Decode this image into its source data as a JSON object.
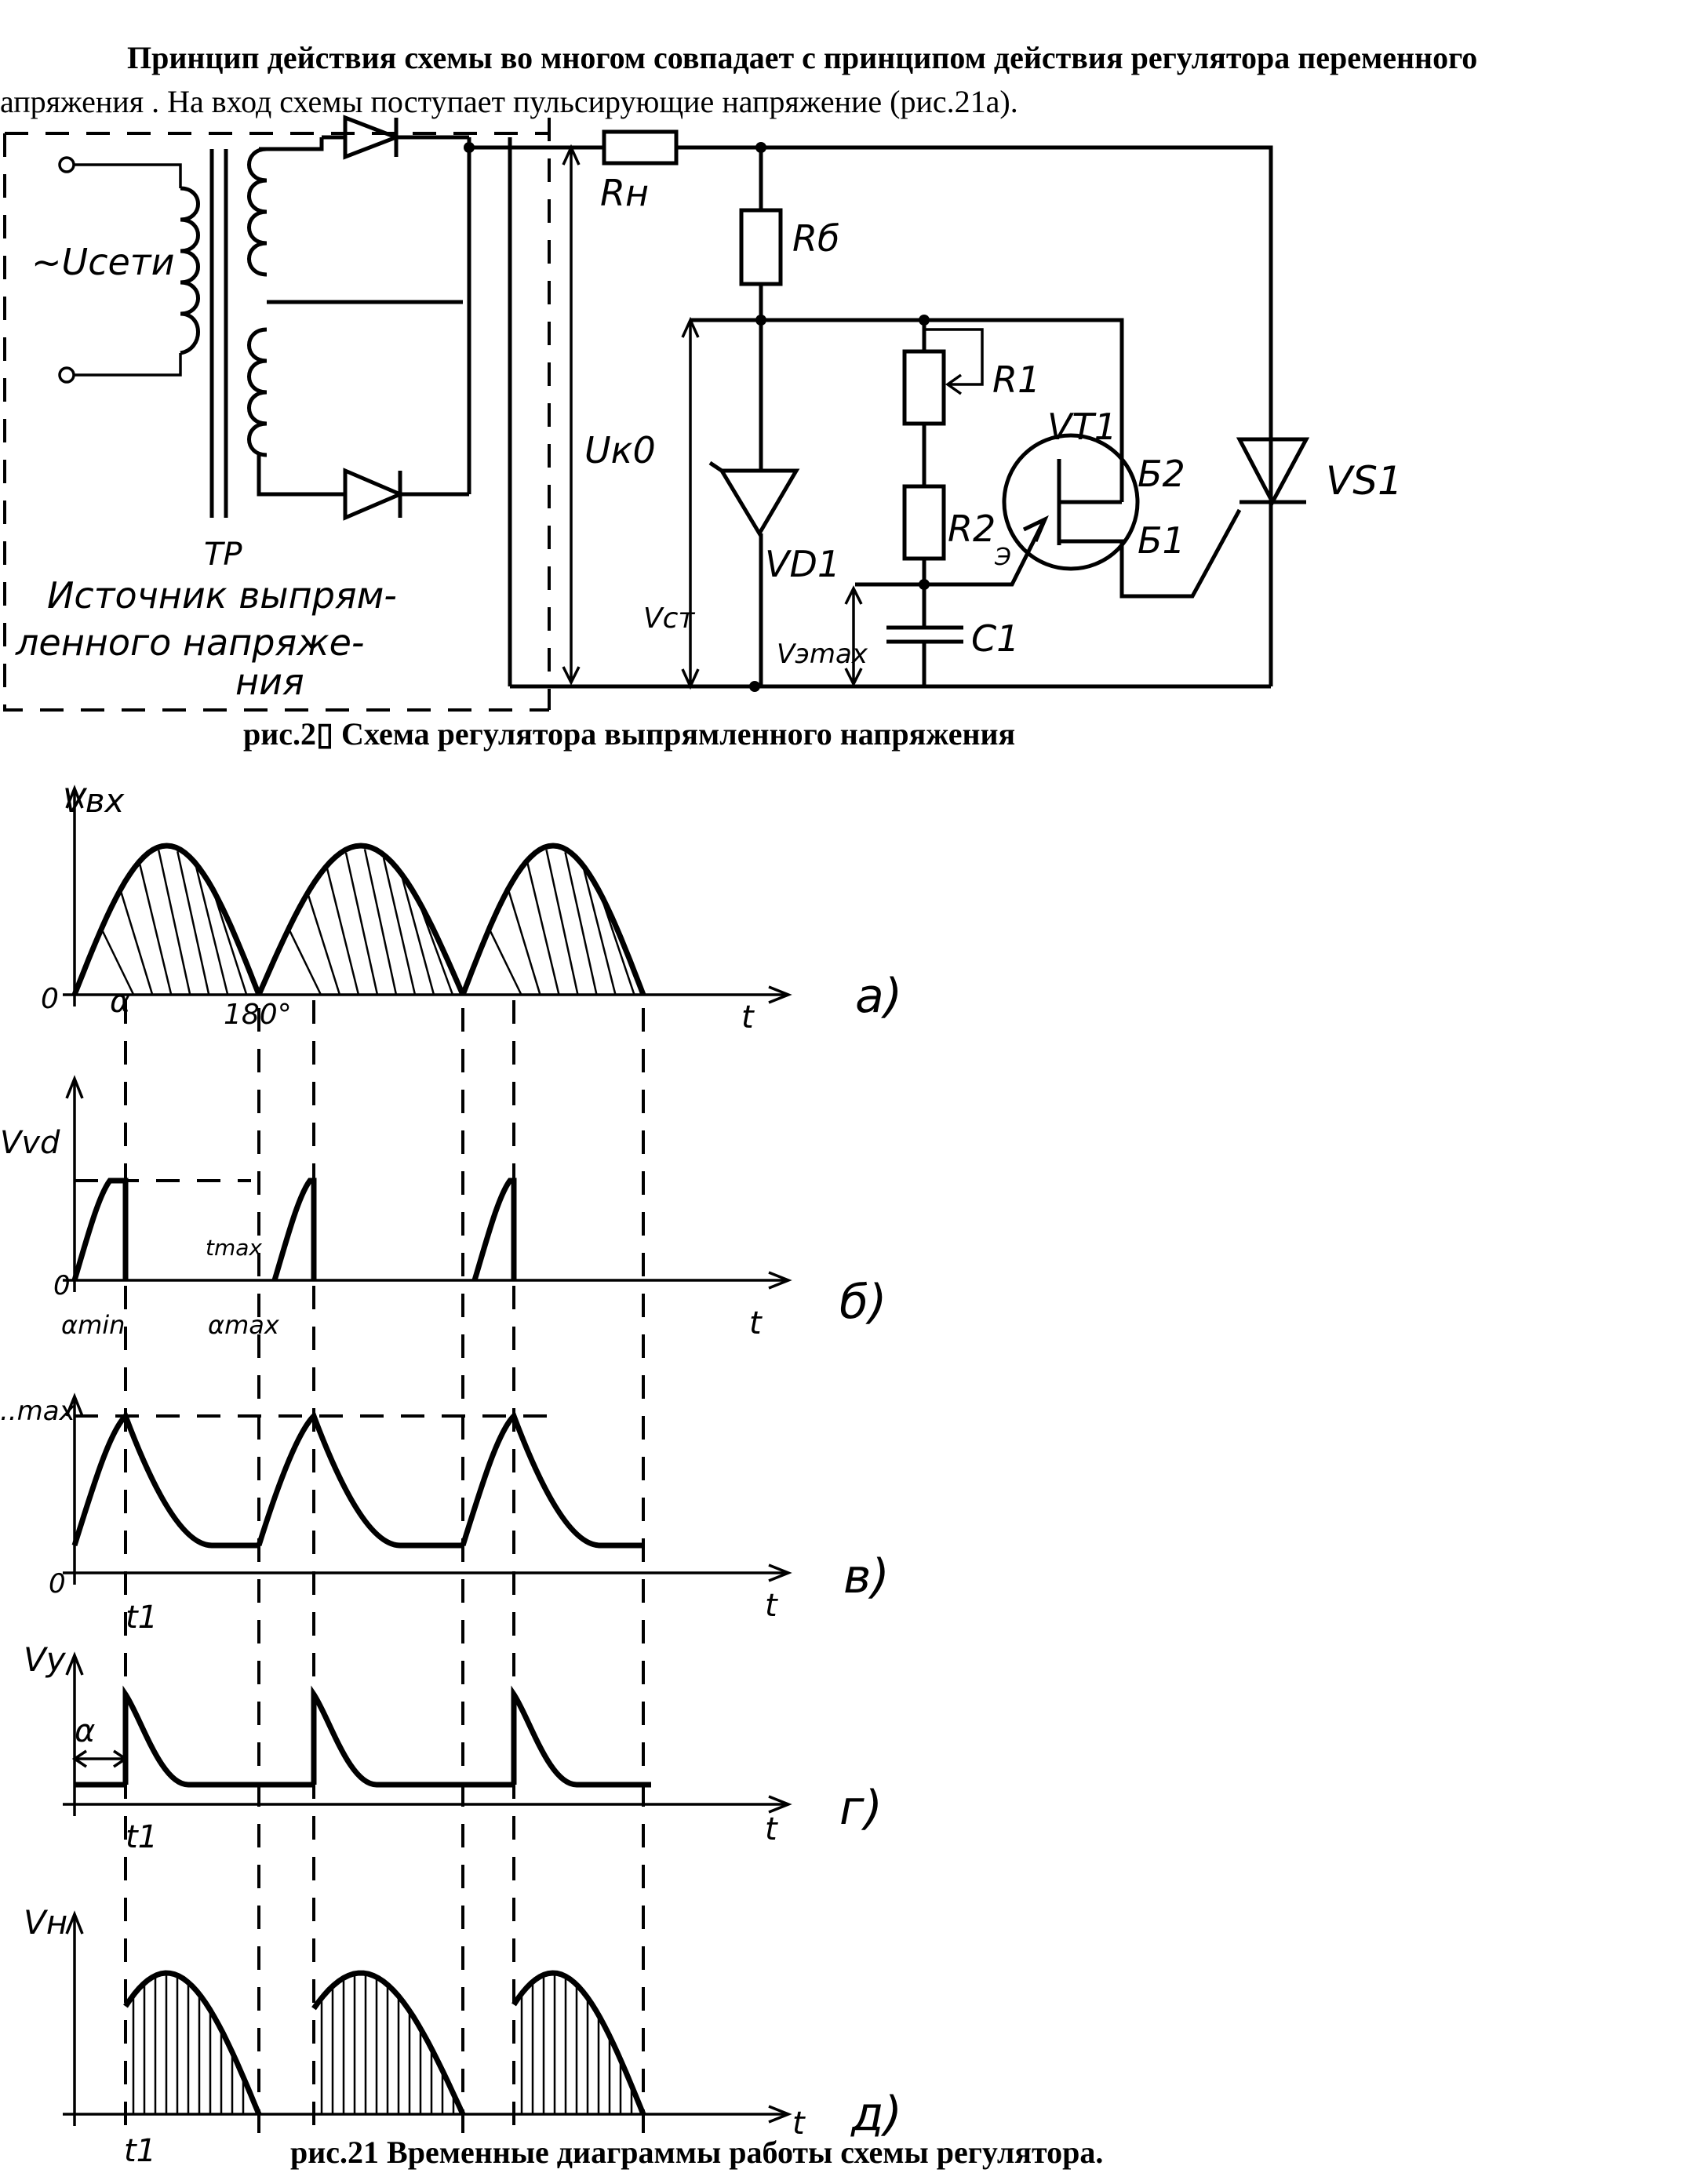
{
  "text": {
    "para_line1": "Принцип действия схемы во многом совпадает с принципом действия регулятора переменного",
    "para_line2_a": "апряжения . На вход схемы поступает пульсирующие напряжение (рис.21а).",
    "caption_schematic": "рис.2▯ Схема регулятора выпрямленного напряжения",
    "caption_timing": "рис.21  Временные диаграммы работы схемы регулятора."
  },
  "schematic": {
    "labels": {
      "mains": "~Uсети",
      "transformer": "ТР",
      "source_label_1": "Источник выпрям-",
      "source_label_2": "ленного напряже-",
      "source_label_3": "ния",
      "load_resistor": "Rн",
      "ballast_resistor": "Rб",
      "u_out": "Uк0",
      "zener": "VD1",
      "v_st": "Vст",
      "r1": "R1",
      "r2": "R2",
      "transistor": "VT1",
      "b2": "Б2",
      "b1": "Б1",
      "emitter": "Э",
      "v_emax": "Vэmax",
      "c1": "C1",
      "thyristor": "VS1"
    }
  },
  "timing": {
    "panels": [
      {
        "id": "a",
        "ylabel": "Vвх",
        "tag": "а)",
        "xlabel": "t",
        "marks": [
          "0",
          "α",
          "180°"
        ]
      },
      {
        "id": "b",
        "ylabel": "Vvd",
        "tag": "б)",
        "xlabel": "t",
        "marks": [
          "0",
          "αmin",
          "αmax",
          "tmax"
        ]
      },
      {
        "id": "v",
        "ylabel": "..max",
        "tag": "в)",
        "xlabel": "t",
        "marks": [
          "0",
          "t1"
        ]
      },
      {
        "id": "g",
        "ylabel": "Vy",
        "tag": "г)",
        "xlabel": "t",
        "marks": [
          "α",
          "t1"
        ]
      },
      {
        "id": "d",
        "ylabel": "Vн",
        "tag": "д)",
        "xlabel": "t",
        "marks": [
          "t1"
        ]
      }
    ]
  }
}
